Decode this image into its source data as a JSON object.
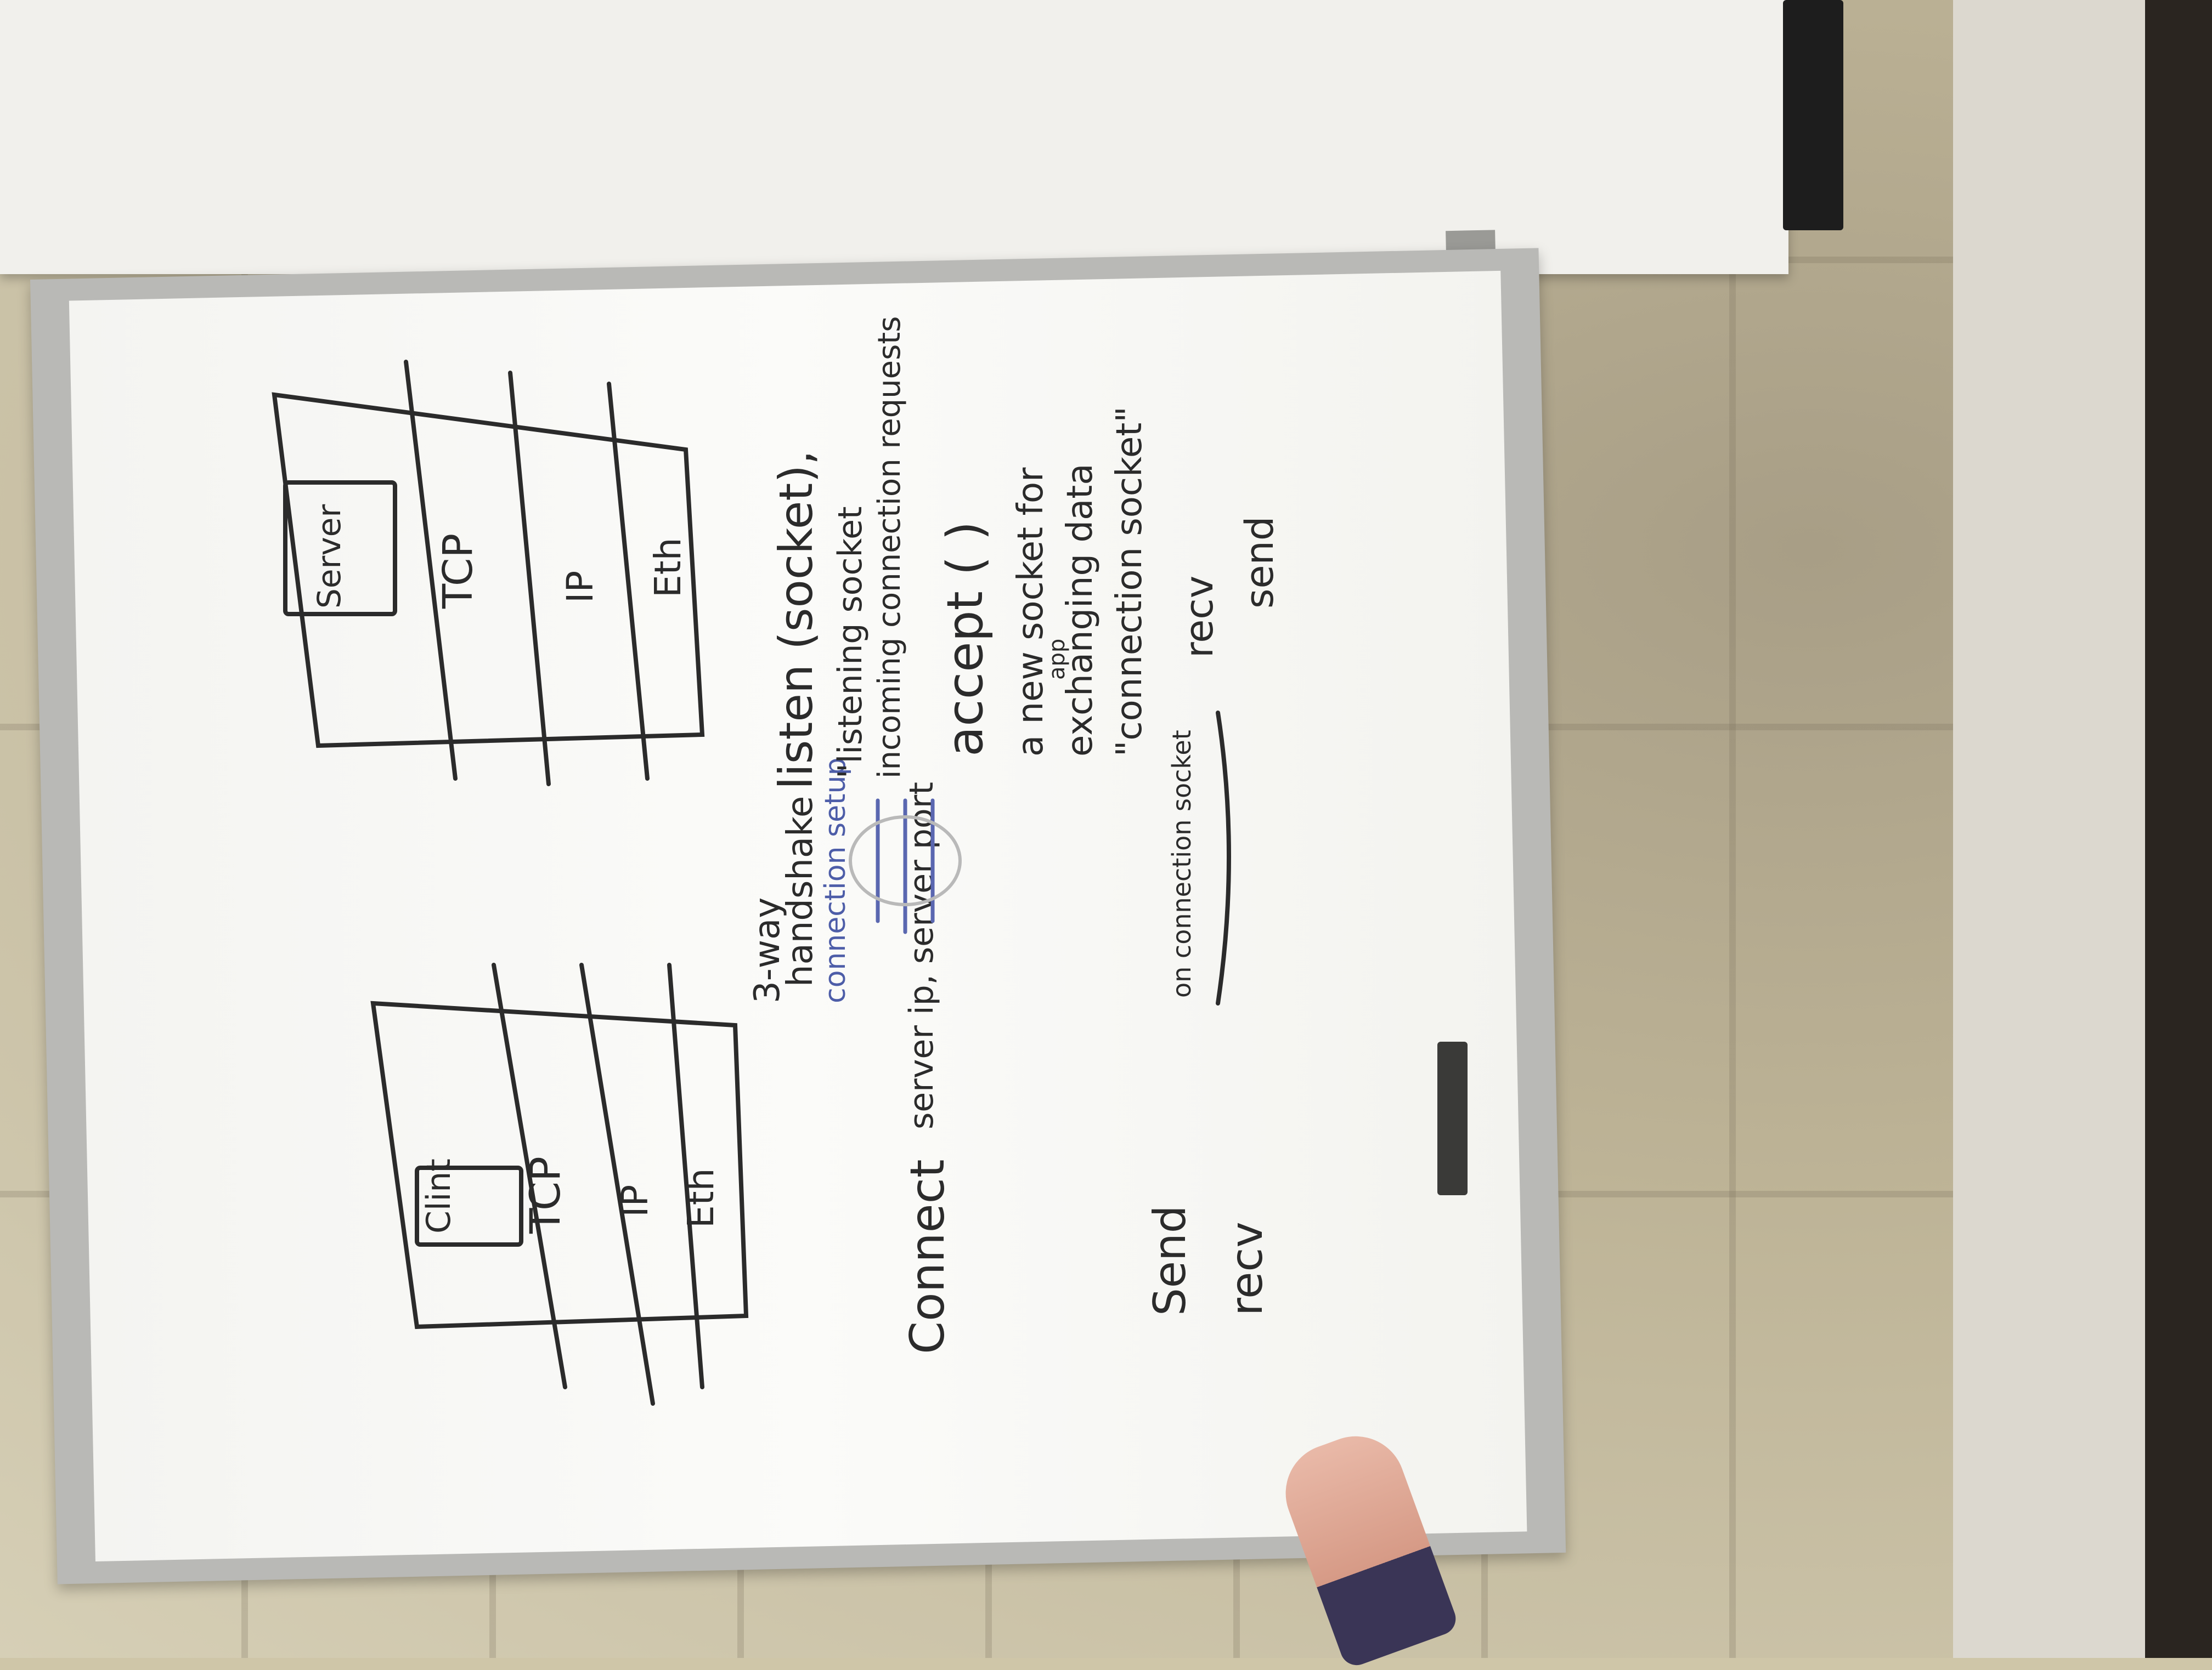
{
  "whiteboard": {
    "client_stack": [
      "Clint",
      "TCP",
      "IP",
      "Eth"
    ],
    "server_stack": [
      "Server",
      "TCP",
      "IP",
      "Eth"
    ],
    "client_calls": {
      "connect": "Connect",
      "connect_args": "server ip, server port",
      "send": "Send",
      "recv": "recv"
    },
    "handshake": {
      "title": "3-way",
      "subtitle": "handshake",
      "note": "connection setup"
    },
    "server_calls": {
      "listen": "listen (socket),",
      "listen_note": "\"listening socket",
      "listen_note2": "incoming connection requests",
      "accept": "accept ( )",
      "accept_note1": "a new socket for",
      "accept_note2": "exchanging data",
      "accept_note_app": "app",
      "accept_note3": "\"connection socket\"",
      "recv": "recv",
      "send": "send"
    },
    "data_path": "on connection socket"
  },
  "colors": {
    "ink": "#2b2b2b",
    "blue_ink": "#4d5da8"
  }
}
